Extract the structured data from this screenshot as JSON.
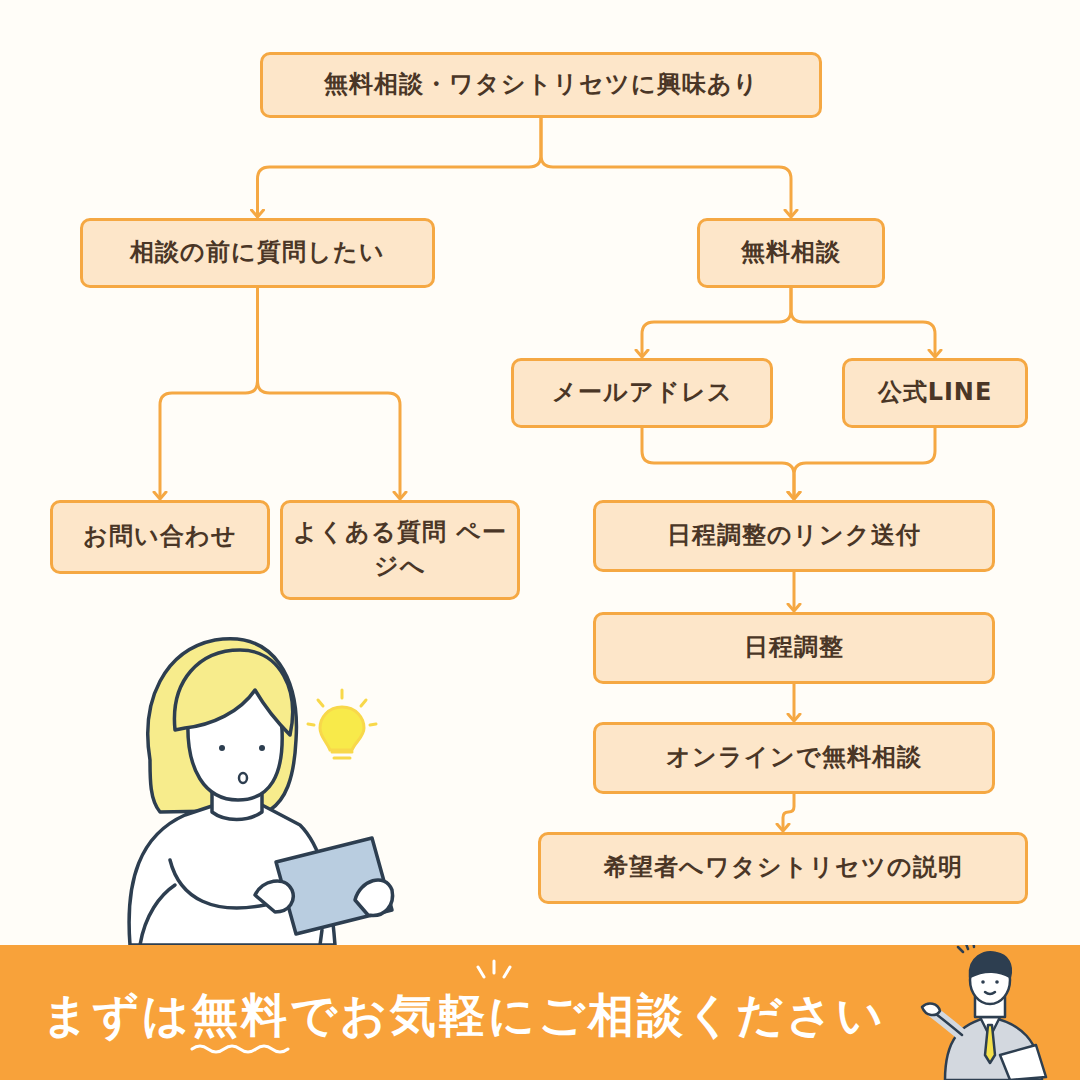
{
  "diagram": {
    "nodes": [
      {
        "text": [
          "無料相談・ワタシトリセツに興味あり"
        ]
      },
      {
        "text": [
          "相談の前に質問したい"
        ]
      },
      {
        "text": [
          "無料相談"
        ]
      },
      {
        "text": [
          "メールアドレス"
        ]
      },
      {
        "text": [
          "公式LINE"
        ]
      },
      {
        "text": [
          "お問い合わせ"
        ]
      },
      {
        "text": [
          "よくある質問 ページへ"
        ]
      },
      {
        "text": [
          "日程調整のリンク送付"
        ]
      },
      {
        "text": [
          "日程調整"
        ]
      },
      {
        "text": [
          "オンラインで無料相談"
        ]
      },
      {
        "text": [
          "希望者へワタシトリセツの説明"
        ]
      },
      {
        "text": [
          "まずは無料でお気軽にご相談ください"
        ]
      }
    ],
    "edges": [
      {
        "from": 0,
        "to": 1,
        "arrow": "to"
      },
      {
        "from": 0,
        "to": 2,
        "arrow": "to"
      },
      {
        "from": 1,
        "to": 5,
        "arrow": "to"
      },
      {
        "from": 1,
        "to": 6,
        "arrow": "to"
      },
      {
        "from": 2,
        "to": 3,
        "arrow": "to"
      },
      {
        "from": 2,
        "to": 4,
        "arrow": "to"
      },
      {
        "from": 3,
        "to": 7,
        "arrow": "to"
      },
      {
        "from": 4,
        "to": 7,
        "arrow": "to"
      },
      {
        "from": 7,
        "to": 8,
        "arrow": "to"
      },
      {
        "from": 8,
        "to": 9,
        "arrow": "to"
      },
      {
        "from": 9,
        "to": 10,
        "arrow": "to"
      }
    ]
  }
}
